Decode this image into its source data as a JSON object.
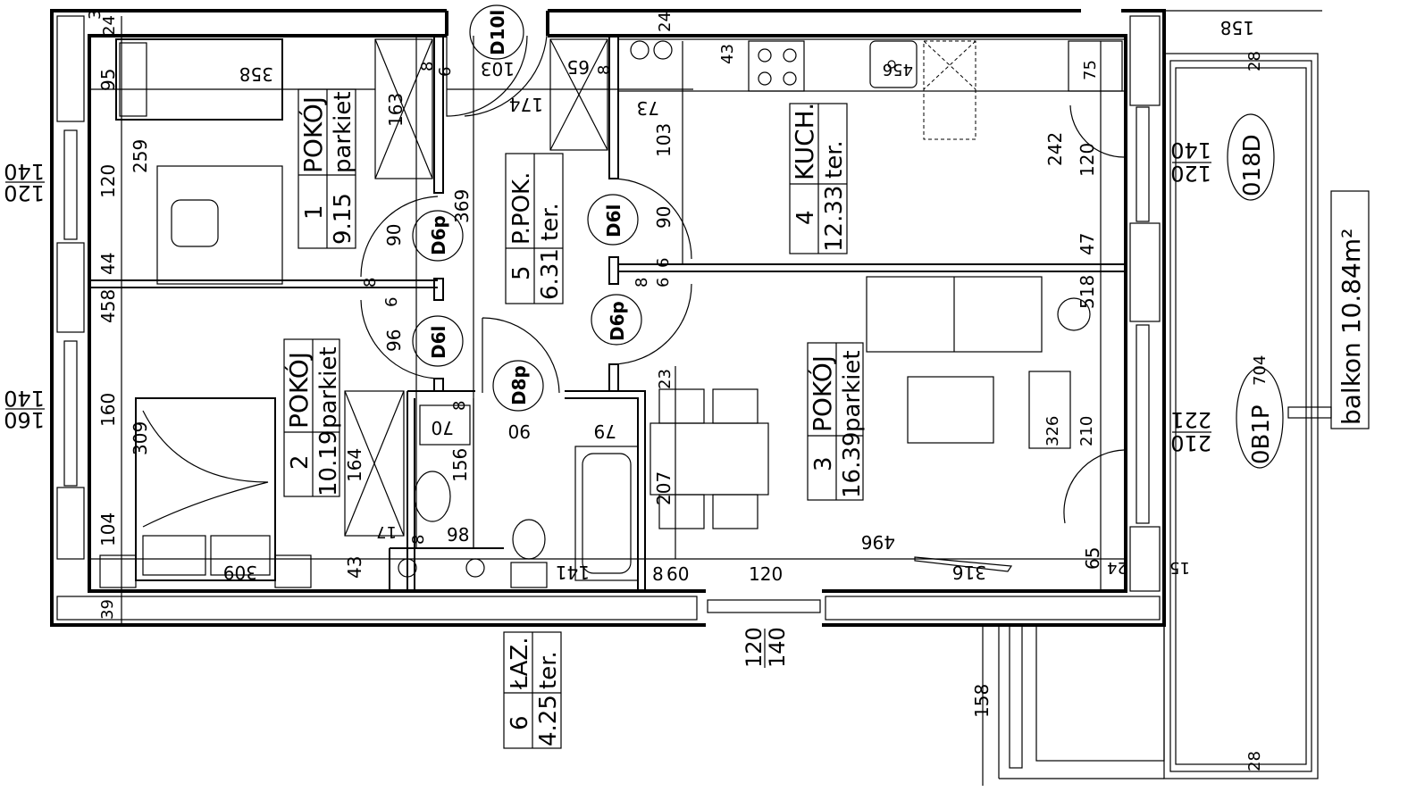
{
  "rooms": [
    {
      "num": "1",
      "name": "POKÓJ",
      "area": "9.15",
      "floor": "parkiet"
    },
    {
      "num": "2",
      "name": "POKÓJ",
      "area": "10.19",
      "floor": "parkiet"
    },
    {
      "num": "3",
      "name": "POKÓJ",
      "area": "16.39",
      "floor": "parkiet"
    },
    {
      "num": "4",
      "name": "KUCH.",
      "area": "12.33",
      "floor": "ter."
    },
    {
      "num": "5",
      "name": "P.POK.",
      "area": "6.31",
      "floor": "ter."
    },
    {
      "num": "6",
      "name": "ŁAZ.",
      "area": "4.25",
      "floor": "ter."
    }
  ],
  "balcony": {
    "label": "balkon 10.84m²"
  },
  "doors": [
    "D10l",
    "D6p",
    "D6l",
    "D6l",
    "D6p",
    "D8p"
  ],
  "windows": [
    {
      "code": "0B1P",
      "num": "704"
    },
    {
      "code": "018D",
      "num": ""
    }
  ],
  "window_dims": [
    {
      "top": "140",
      "bottom": "120"
    },
    {
      "top": "140",
      "bottom": "160"
    },
    {
      "top": "140",
      "bottom": "120"
    },
    {
      "top": "221",
      "bottom": "210"
    },
    {
      "top": "120",
      "bottom": "140"
    }
  ],
  "dimensions": [
    "3",
    "24",
    "358",
    "95",
    "120",
    "259",
    "44",
    "458",
    "160",
    "309",
    "104",
    "39",
    "163",
    "8",
    "6",
    "103",
    "174",
    "369",
    "90",
    "96",
    "65",
    "8",
    "73",
    "103",
    "24",
    "43",
    "456",
    "75",
    "242",
    "120",
    "47",
    "90",
    "6",
    "518",
    "70",
    "8",
    "156",
    "90",
    "79",
    "164",
    "17",
    "8",
    "98",
    "43",
    "309",
    "141",
    "60",
    "8",
    "120",
    "207",
    "23",
    "326",
    "210",
    "496",
    "316",
    "65",
    "24",
    "15",
    "158",
    "28",
    "28",
    "158",
    "6",
    "6",
    "8",
    "8"
  ]
}
